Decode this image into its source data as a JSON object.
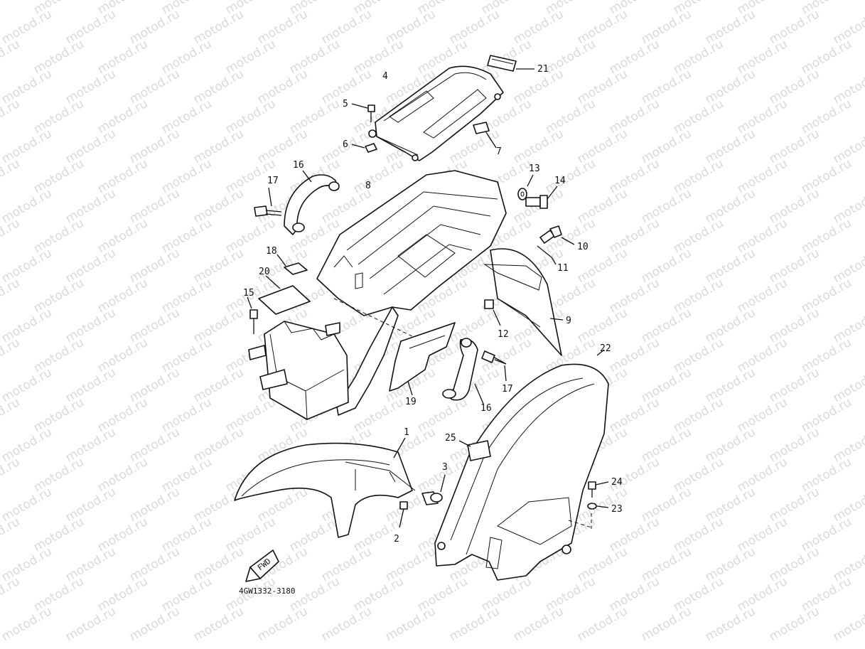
{
  "watermark": "motod.ru",
  "diagram_code": "4GW1332-3180",
  "fwd_label": "FWD",
  "callouts": {
    "c1": "1",
    "c2": "2",
    "c3": "3",
    "c4": "4",
    "c5": "5",
    "c6": "6",
    "c7": "7",
    "c8": "8",
    "c9": "9",
    "c10": "10",
    "c11": "11",
    "c12": "12",
    "c13": "13",
    "c14": "14",
    "c15": "15",
    "c16a": "16",
    "c16b": "16",
    "c17a": "17",
    "c17b": "17",
    "c18": "18",
    "c19": "19",
    "c20": "20",
    "c21": "21",
    "c22": "22",
    "c23": "23",
    "c24": "24",
    "c25": "25"
  }
}
